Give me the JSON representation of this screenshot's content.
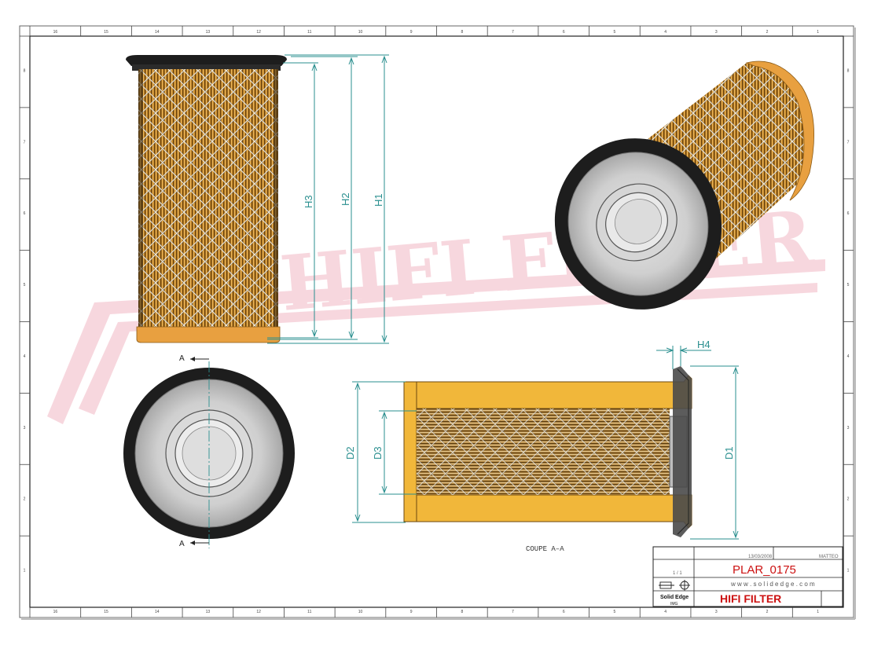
{
  "drawing": {
    "watermark": "HIFI FILTER",
    "dimensions": {
      "h1": "H1",
      "h2": "H2",
      "h3": "H3",
      "h4": "H4",
      "d1": "D1",
      "d2": "D2",
      "d3": "D3"
    },
    "section_marker": "A",
    "section_label": "COUPE A–A",
    "border_cols_top": [
      "16",
      "15",
      "14",
      "13",
      "12",
      "11",
      "10",
      "9",
      "8",
      "7",
      "6",
      "5",
      "4",
      "3",
      "2",
      "1"
    ],
    "border_rows_right": [
      "8",
      "7",
      "6",
      "5",
      "4",
      "3",
      "2",
      "1"
    ]
  },
  "title_block": {
    "date": "13/03/2008",
    "author": "MATTEO",
    "scale": "1 / 1",
    "part_number": "PLAR_0175",
    "website": "w w w . s o l i d e d g e . c o m",
    "software": "Solid Edge",
    "software_sub": "IMG",
    "company": "HIFI FILTER"
  },
  "colors": {
    "dimension": "#2a8f8f",
    "watermark": "#f2b8c4",
    "filter_orange": "#e8a040",
    "endcap": "#222222",
    "title_red": "#cc1111"
  }
}
